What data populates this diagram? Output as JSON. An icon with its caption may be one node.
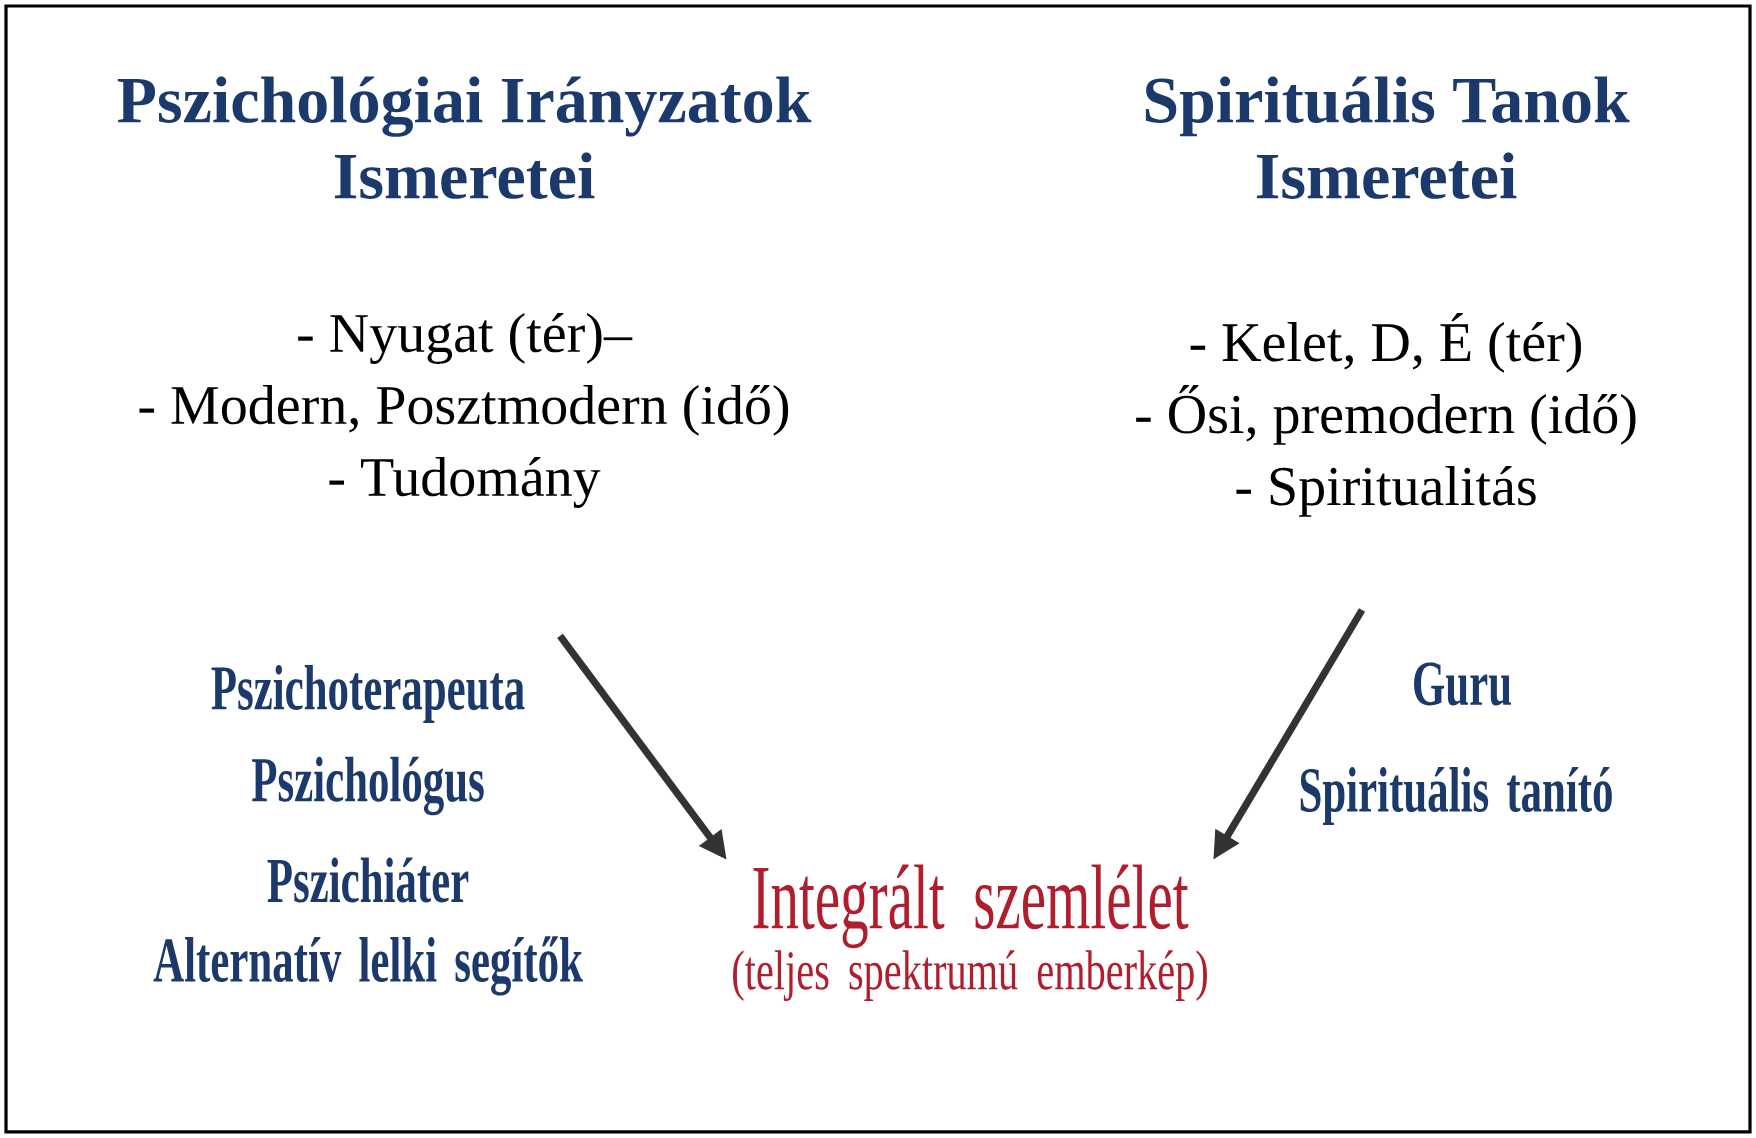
{
  "diagram": {
    "nodes": [
      {
        "text": [
          "Pszichológiai Irányzatok Ismeretei",
          "- Nyugat (tér)–",
          "- Modern, Posztmodern (idő)",
          "- Tudomány"
        ]
      },
      {
        "text": [
          "Spirituális Tanok Ismeretei",
          "- Kelet, D, É (tér)",
          "- Ősi, premodern (idő)",
          "- Spiritualitás"
        ]
      },
      {
        "text": [
          "Integrált szemlélet",
          "(teljes spektrumú emberkép)"
        ]
      }
    ],
    "edges": [
      {
        "from": null,
        "to": 2,
        "arrow": "to"
      },
      {
        "from": null,
        "to": 2,
        "arrow": "to"
      }
    ],
    "labels": [
      "Pszichoterapeuta",
      "Pszichológus",
      "Pszichiáter",
      "Alternatív lelki segítők",
      "Guru",
      "Spirituális tanító"
    ]
  }
}
